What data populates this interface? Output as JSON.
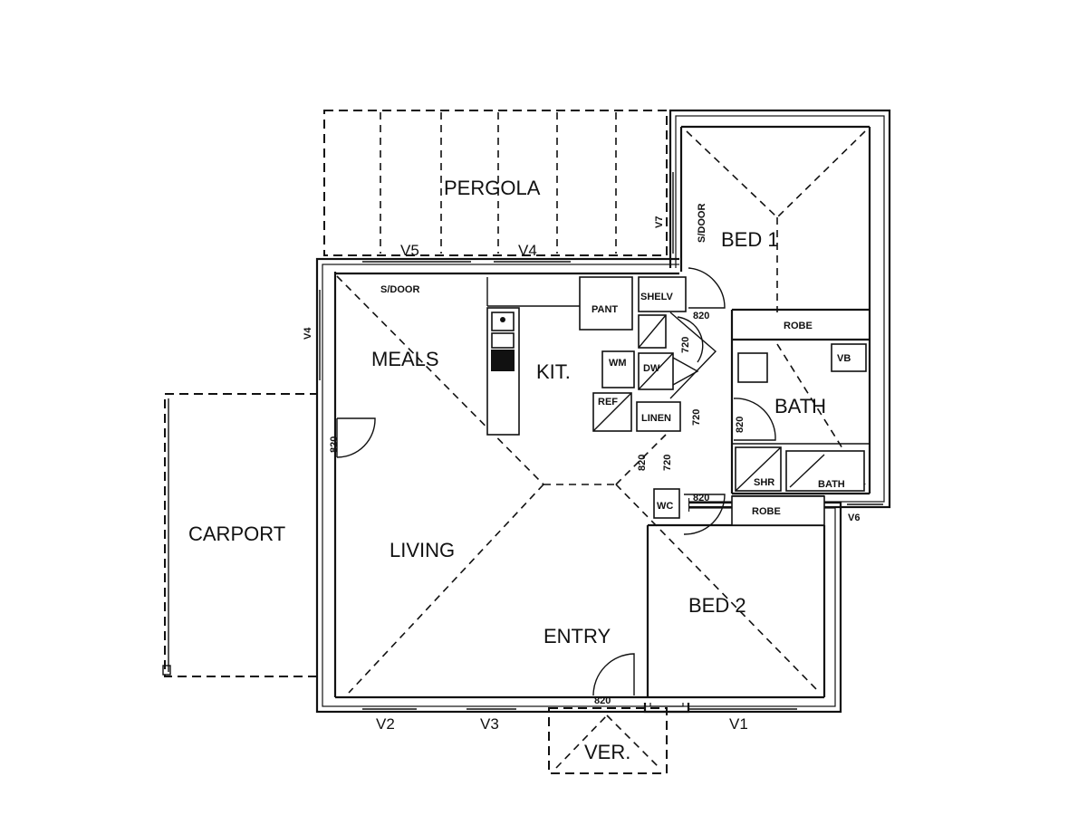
{
  "rooms": {
    "pergola": "PERGOLA",
    "bed1": "BED 1",
    "meals": "MEALS",
    "kitchen": "KIT.",
    "bath": "BATH",
    "carport": "CARPORT",
    "living": "LIVING",
    "entry": "ENTRY",
    "bed2": "BED 2",
    "verandah": "VER."
  },
  "fixtures": {
    "sdoor_meals": "S/DOOR",
    "sdoor_bed1": "S/DOOR",
    "pantry": "PANT",
    "shelves": "SHELV",
    "robe_bed1": "ROBE",
    "robe_bed2": "ROBE",
    "linen": "LINEN",
    "wm": "WM",
    "fridge": "REF",
    "vanity": "VB",
    "shower": "SHR",
    "bathtub": "BATH",
    "wc": "WC",
    "dishwasher": "DW"
  },
  "doors": {
    "d_meals_side": "820",
    "d_bed1": "820",
    "d_bath": "820",
    "d_bed2": "820",
    "d_entry": "820",
    "d_hall_a": "720",
    "d_hall_b": "720",
    "d_laundry": "820",
    "d_hall_c": "720"
  },
  "windows": {
    "w_pergola_left": "V5",
    "w_pergola_right": "V4",
    "w_bed1": "V7",
    "w_meals": "V4",
    "w_front_a": "V2",
    "w_front_b": "V3",
    "w_front_c": "V1",
    "w_bath": "V6"
  }
}
